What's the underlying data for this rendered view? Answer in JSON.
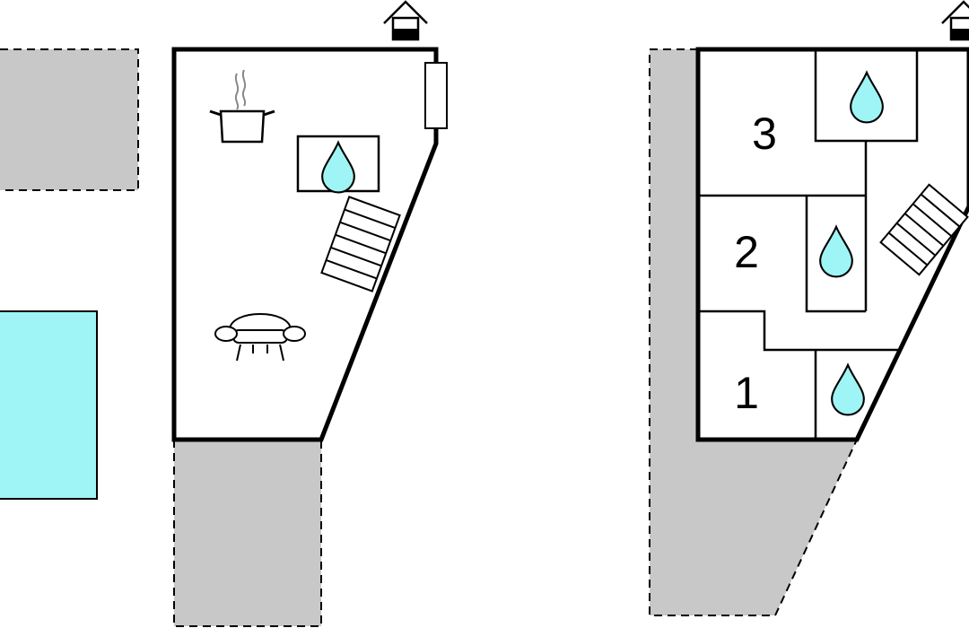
{
  "colors": {
    "background": "#ffffff",
    "wall": "#000000",
    "terrace": "#c8c8c8",
    "pool": "#9ff5f5",
    "water_drop": "#9ff5f5"
  },
  "legend_icons": [
    "entrance-icon",
    "kitchen-icon",
    "bathroom-icon",
    "stairs-icon",
    "sofa-icon",
    "pool",
    "terrace"
  ],
  "ground_floor": {
    "rooms": []
  },
  "upper_floor": {
    "rooms": [
      {
        "number": "3",
        "icon": "bedroom"
      },
      {
        "number": "2",
        "icon": "bedroom"
      },
      {
        "number": "1",
        "icon": "bedroom"
      }
    ]
  }
}
